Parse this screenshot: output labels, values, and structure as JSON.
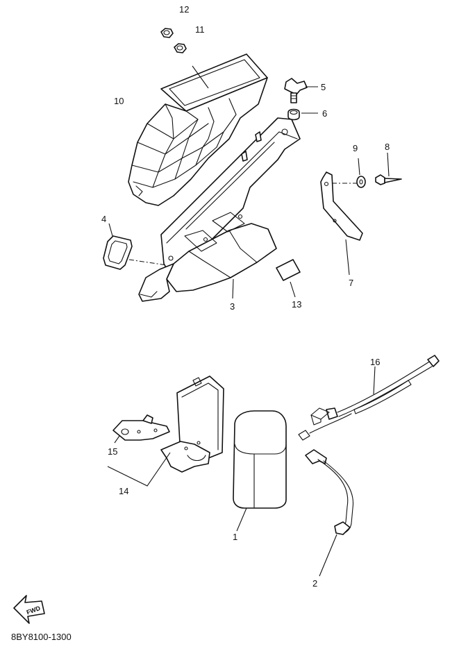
{
  "diagram_code": "8BY8100-1300",
  "fwd_arrow_label": "FWD",
  "callouts": [
    {
      "id": "12",
      "label": "12"
    },
    {
      "id": "11",
      "label": "11"
    },
    {
      "id": "10",
      "label": "10"
    },
    {
      "id": "5",
      "label": "5"
    },
    {
      "id": "6",
      "label": "6"
    },
    {
      "id": "9",
      "label": "9"
    },
    {
      "id": "8",
      "label": "8"
    },
    {
      "id": "4",
      "label": "4"
    },
    {
      "id": "7",
      "label": "7"
    },
    {
      "id": "3",
      "label": "3"
    },
    {
      "id": "13",
      "label": "13"
    },
    {
      "id": "16",
      "label": "16"
    },
    {
      "id": "15",
      "label": "15"
    },
    {
      "id": "14",
      "label": "14"
    },
    {
      "id": "1",
      "label": "1"
    },
    {
      "id": "2",
      "label": "2"
    }
  ]
}
